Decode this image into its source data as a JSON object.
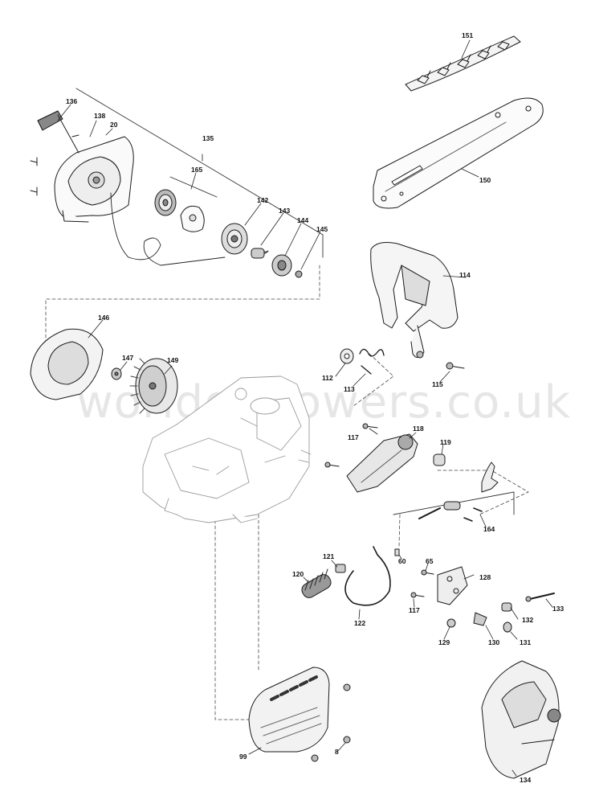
{
  "watermark": "worldofmowers.co.uk",
  "callouts": {
    "c151": "151",
    "c150": "150",
    "c136": "136",
    "c138": "138",
    "c20": "20",
    "c135": "135",
    "c165": "165",
    "c142": "142",
    "c143": "143",
    "c144": "144",
    "c145": "145",
    "c114": "114",
    "c146": "146",
    "c147": "147",
    "c149": "149",
    "c112": "112",
    "c113": "113",
    "c115": "115",
    "c117a": "117",
    "c118": "118",
    "c119": "119",
    "c164": "164",
    "c121": "121",
    "c60": "60",
    "c65": "65",
    "c128": "128",
    "c120": "120",
    "c117b": "117",
    "c122": "122",
    "c133": "133",
    "c132": "132",
    "c129": "129",
    "c130": "130",
    "c131": "131",
    "c99": "99",
    "c8": "8",
    "c134": "134"
  }
}
